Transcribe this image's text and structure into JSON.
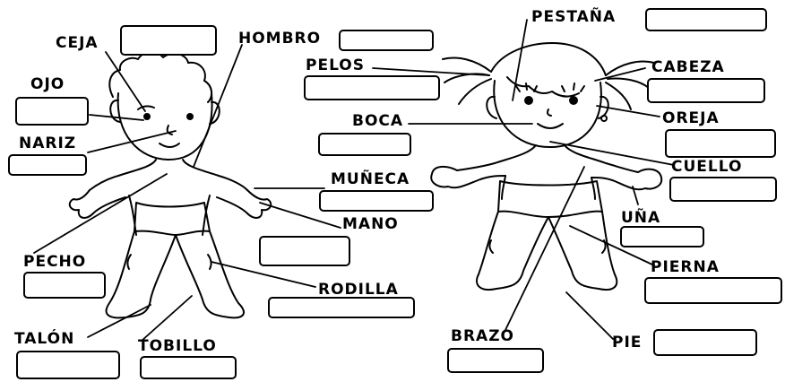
{
  "worksheet": {
    "ink_color": "#000000",
    "paper_color": "#ffffff",
    "labels": {
      "pestana": "PESTAÑA",
      "ceja": "CEJA",
      "hombro": "HOMBRO",
      "ojo": "OJO",
      "pelos": "PELOS",
      "cabeza": "CABEZA",
      "nariz": "NARIZ",
      "boca": "BOCA",
      "oreja": "OREJA",
      "cuello": "CUELLO",
      "muneca": "MUÑECA",
      "mano": "MANO",
      "una": "UÑA",
      "pecho": "PECHO",
      "pierna": "PIERNA",
      "rodilla": "RODILLA",
      "talon": "TALÓN",
      "tobillo": "TOBILLO",
      "brazo": "BRAZO",
      "pie": "PIE"
    },
    "answer_boxes": [
      "pestana",
      "ceja",
      "hombro",
      "ojo",
      "pelos",
      "cabeza",
      "nariz",
      "boca",
      "oreja",
      "cuello",
      "muneca",
      "mano",
      "una",
      "pecho",
      "pierna",
      "rodilla",
      "talon",
      "tobillo",
      "brazo",
      "pie"
    ]
  }
}
